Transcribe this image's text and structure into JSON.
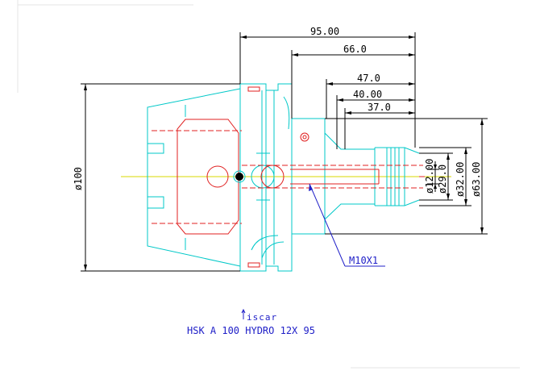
{
  "dimensions": {
    "horizontal": [
      "95.00",
      "66.0",
      "47.0",
      "40.00",
      "37.0"
    ],
    "vertical": [
      "ø100",
      "ø12.00",
      "ø29.0",
      "ø32.00",
      "ø63.00"
    ]
  },
  "callout": {
    "thread": "M10X1"
  },
  "logo": {
    "brand": "iscar"
  },
  "product": {
    "title": "HSK A 100 HYDRO 12X 95"
  },
  "colors": {
    "body": "#00c8c8",
    "internal": "#e02020",
    "dimension": "#000000",
    "annotation": "#2020c8",
    "centerline": "#d8d800"
  }
}
